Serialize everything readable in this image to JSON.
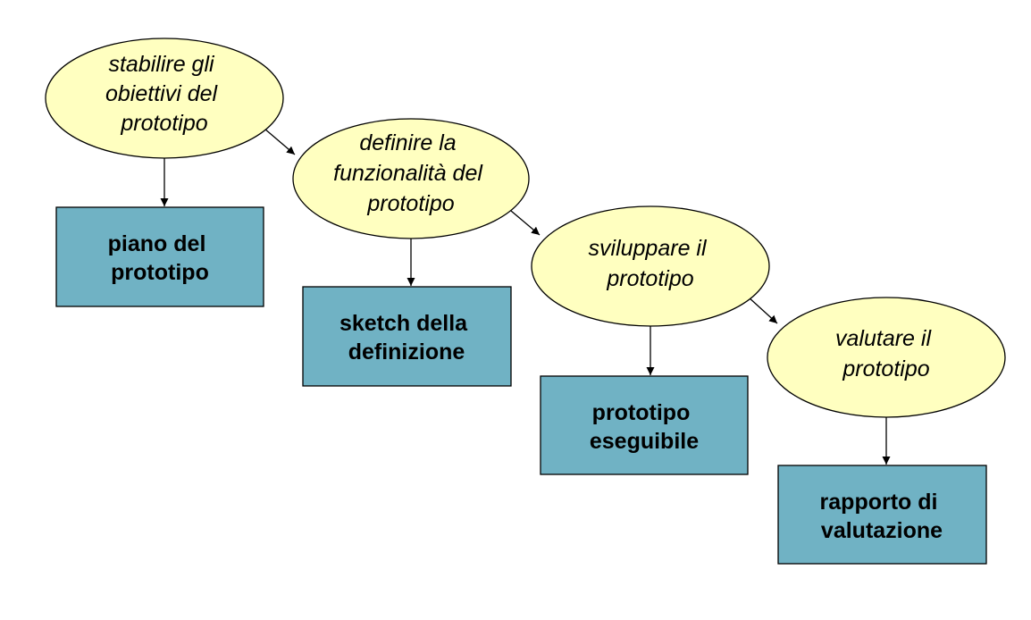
{
  "colors": {
    "activity_fill": "#ffffc0",
    "output_fill": "#70b2c4",
    "line": "#000000"
  },
  "activities": [
    {
      "lines": [
        "stabilire gli",
        "obiettivi del",
        "prototipo"
      ]
    },
    {
      "lines": [
        "definire la",
        "funzionalità del",
        "prototipo"
      ]
    },
    {
      "lines": [
        "sviluppare il",
        "prototipo"
      ]
    },
    {
      "lines": [
        "valutare il",
        "prototipo"
      ]
    }
  ],
  "outputs": [
    {
      "lines": [
        "piano del",
        "prototipo"
      ]
    },
    {
      "lines": [
        "sketch della",
        "definizione"
      ]
    },
    {
      "lines": [
        "prototipo",
        "eseguibile"
      ]
    },
    {
      "lines": [
        "rapporto di",
        "valutazione"
      ]
    }
  ]
}
